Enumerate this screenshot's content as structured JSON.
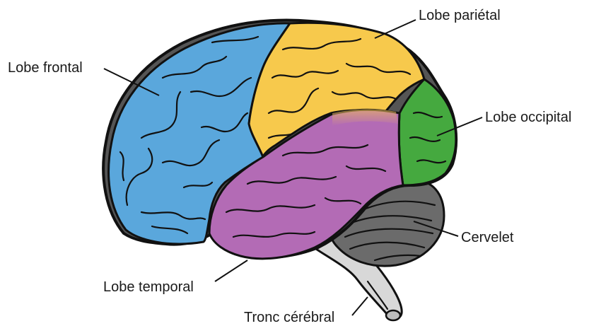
{
  "labels": {
    "frontal": "Lobe frontal",
    "parietal": "Lobe pariétal",
    "occipital": "Lobe occipital",
    "cerebellum": "Cervelet",
    "temporal": "Lobe temporal",
    "brainstem": "Tronc cérébral"
  },
  "colors": {
    "frontal": "#5aa7dc",
    "parietal": "#f7c94c",
    "occipital": "#45a93f",
    "temporal": "#b36bb5",
    "cerebellum": "#6b6b6b",
    "brainstem": "#d8d8d8",
    "outline": "#111111"
  }
}
